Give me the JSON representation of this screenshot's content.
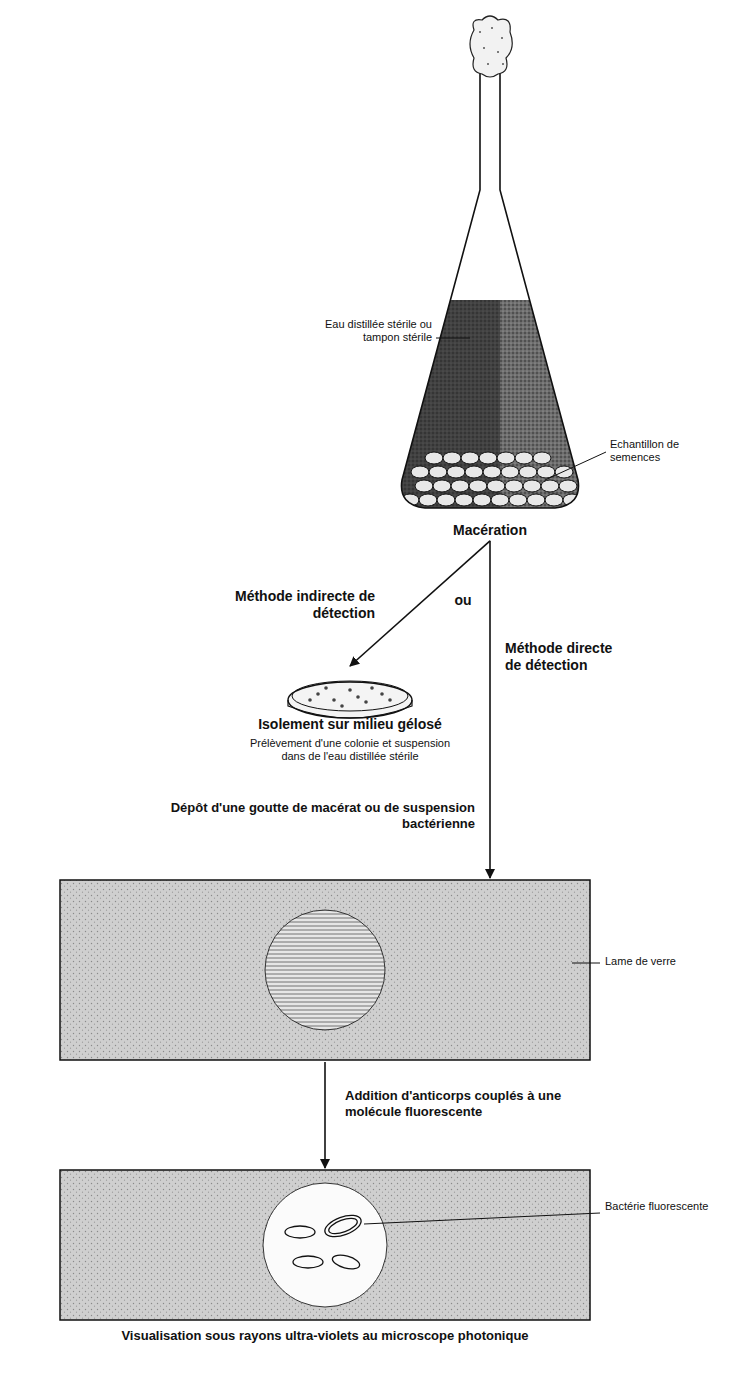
{
  "diagram": {
    "nodes": [
      {
        "text": [
          "Macération"
        ]
      },
      {
        "text": [
          "Isolement sur milieu gélosé",
          "Prélèvement d'une colonie et suspension dans de l'eau distillée stérile"
        ]
      },
      {
        "text": [
          "Lame de verre"
        ]
      },
      {
        "text": [
          "Bactérie fluorescente",
          "Visualisation sous rayons ultra-violets au microscope photonique"
        ]
      }
    ],
    "edges": [
      {
        "from": 0,
        "to": 1,
        "arrow": "to",
        "label": "Méthode indirecte de détection"
      },
      {
        "from": 0,
        "to": 2,
        "arrow": "to",
        "label": "Méthode directe de détection"
      },
      {
        "from": 2,
        "to": 3,
        "arrow": "to",
        "label": "Addition d'anticorps couplés à une molécule fluorescente"
      }
    ],
    "labels": [
      "Eau distillée stérile ou tampon stérile",
      "Echantillon de semences",
      "ou",
      "Dépôt d'une goutte de macérat ou de suspension bactérienne"
    ]
  }
}
